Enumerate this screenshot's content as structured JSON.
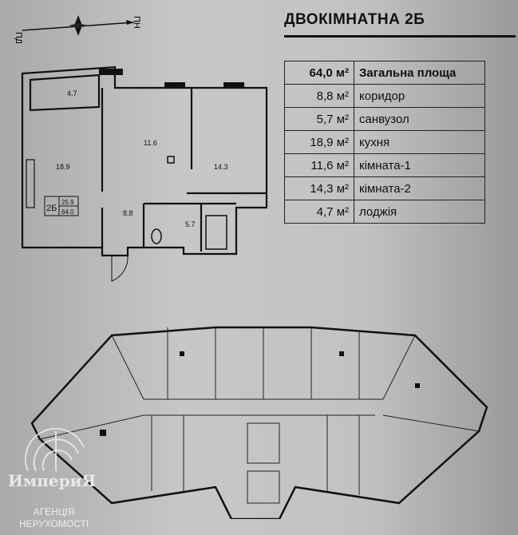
{
  "header": {
    "title": "ДВОКІМНАТНА  2Б"
  },
  "compass": {
    "left_label": "ПД",
    "right_label": "ПН"
  },
  "plan": {
    "rooms": {
      "loggia": "4.7",
      "kitchen": "18.9",
      "room1": "11.6",
      "room2": "14.3",
      "corridor": "8.8",
      "bath": "5.7"
    },
    "tag": {
      "apt": "2Б",
      "living": "25.9",
      "total": "64.0"
    }
  },
  "areas": [
    {
      "value": "64,0 м²",
      "label": "Загальна площа"
    },
    {
      "value": "8,8 м²",
      "label": "коридор"
    },
    {
      "value": "5,7 м²",
      "label": "санвузол"
    },
    {
      "value": "18,9 м²",
      "label": "кухня"
    },
    {
      "value": "11,6 м²",
      "label": "кімната-1"
    },
    {
      "value": "14,3 м²",
      "label": "кімната-2"
    },
    {
      "value": "4,7 м²",
      "label": "лоджія"
    }
  ],
  "brand": {
    "name": "ИмпериЯ",
    "line1": "АГЕНЦІЯ",
    "line2": "НЕРУХОМОСТІ"
  }
}
